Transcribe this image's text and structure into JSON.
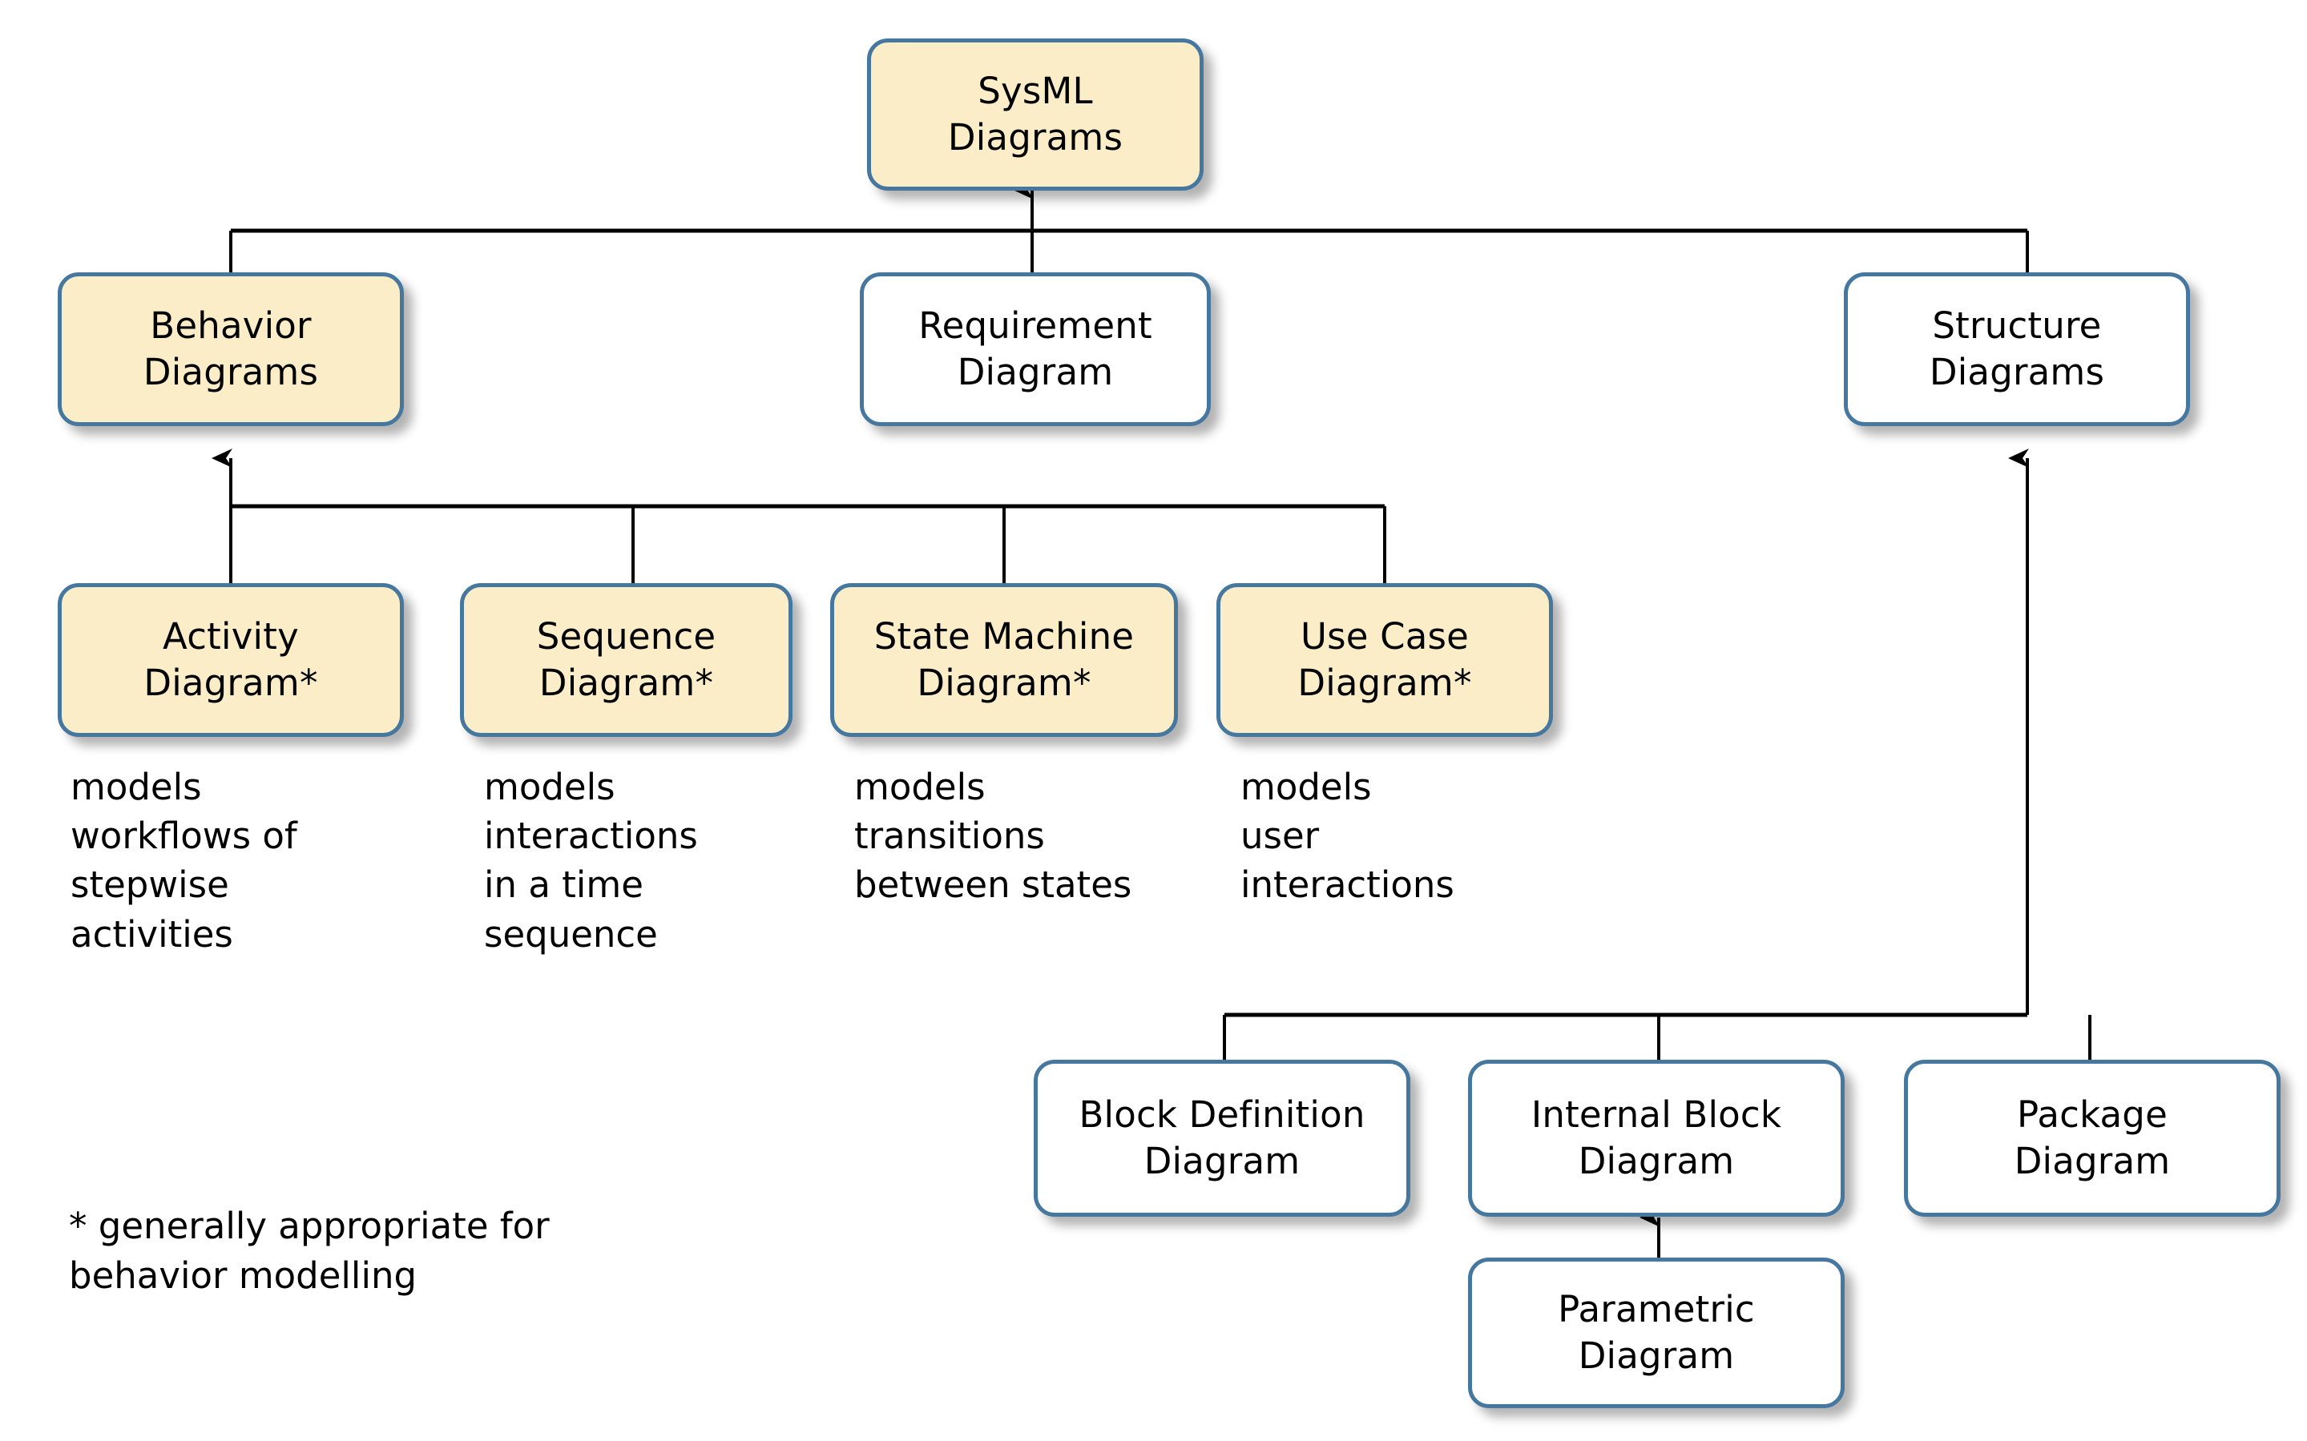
{
  "diagram": {
    "title": "SysML Diagrams taxonomy",
    "colors": {
      "border": "#46789F",
      "highlight_fill": "#FCEDC9",
      "plain_fill": "#FFFFFF",
      "connector": "#000000",
      "text": "#000000",
      "background": "#FFFFFF"
    },
    "legend": {
      "text": "* generally appropriate for\n   behavior modelling"
    },
    "nodes": {
      "root": {
        "line1": "SysML",
        "line2": "Diagrams",
        "fill": "highlight"
      },
      "behavior": {
        "line1": "Behavior",
        "line2": "Diagrams",
        "fill": "highlight"
      },
      "requirement": {
        "line1": "Requirement",
        "line2": "Diagram",
        "fill": "plain"
      },
      "structure": {
        "line1": "Structure",
        "line2": "Diagrams",
        "fill": "plain"
      },
      "activity": {
        "line1": "Activity",
        "line2": "Diagram*",
        "fill": "highlight"
      },
      "sequence": {
        "line1": "Sequence",
        "line2": "Diagram*",
        "fill": "highlight"
      },
      "state_machine": {
        "line1": "State Machine",
        "line2": "Diagram*",
        "fill": "highlight"
      },
      "use_case": {
        "line1": "Use Case",
        "line2": "Diagram*",
        "fill": "highlight"
      },
      "block_definition": {
        "line1": "Block Definition",
        "line2": "Diagram",
        "fill": "plain"
      },
      "internal_block": {
        "line1": "Internal Block",
        "line2": "Diagram",
        "fill": "plain"
      },
      "package": {
        "line1": "Package",
        "line2": "Diagram",
        "fill": "plain"
      },
      "parametric": {
        "line1": "Parametric",
        "line2": "Diagram",
        "fill": "plain"
      }
    },
    "descriptions": {
      "activity": "models\nworkflows of\nstepwise\nactivities",
      "sequence": "models\ninteractions\nin a time\nsequence",
      "state_machine": "models\ntransitions\nbetween states",
      "use_case": "models\nuser\ninteractions"
    },
    "edges": [
      {
        "from": "behavior",
        "to": "root",
        "kind": "generalization"
      },
      {
        "from": "requirement",
        "to": "root",
        "kind": "generalization"
      },
      {
        "from": "structure",
        "to": "root",
        "kind": "generalization"
      },
      {
        "from": "activity",
        "to": "behavior",
        "kind": "generalization"
      },
      {
        "from": "sequence",
        "to": "behavior",
        "kind": "generalization"
      },
      {
        "from": "state_machine",
        "to": "behavior",
        "kind": "generalization"
      },
      {
        "from": "use_case",
        "to": "behavior",
        "kind": "generalization"
      },
      {
        "from": "block_definition",
        "to": "structure",
        "kind": "generalization"
      },
      {
        "from": "internal_block",
        "to": "structure",
        "kind": "generalization"
      },
      {
        "from": "package",
        "to": "structure",
        "kind": "generalization"
      },
      {
        "from": "parametric",
        "to": "internal_block",
        "kind": "generalization"
      }
    ]
  }
}
